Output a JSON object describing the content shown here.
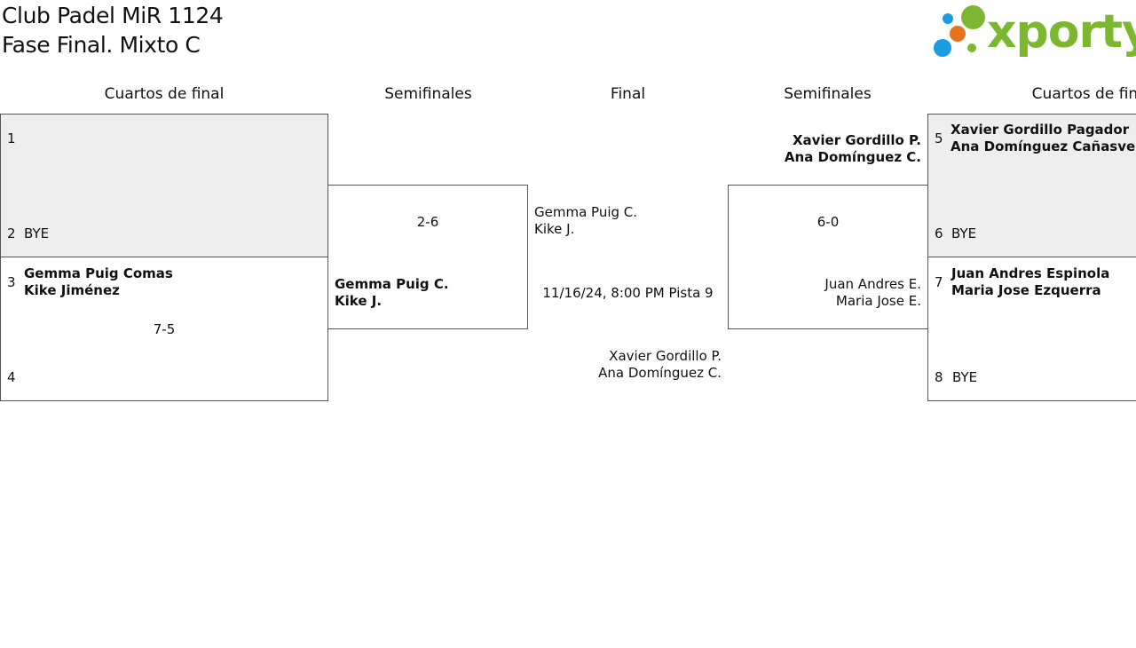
{
  "header": {
    "title_line1": "Club Padel MiR 1124",
    "title_line2": "Fase Final. Mixto C",
    "logo_text": "xporty",
    "logo_colors": {
      "green": "#7cb82f",
      "orange": "#e8731c",
      "blue": "#1a9de0"
    }
  },
  "columns": {
    "qf_left": "Cuartos de final",
    "sf_left": "Semifinales",
    "final": "Final",
    "sf_right": "Semifinales",
    "qf_right": "Cuartos de final"
  },
  "qf_left": {
    "match1": {
      "seed_a": "1",
      "team_a": "",
      "seed_b": "2",
      "team_b": "BYE"
    },
    "match2": {
      "seed_a": "3",
      "team_a_p1": "Gemma Puig Comas",
      "team_a_p2": "Kike Jiménez",
      "score": "7-5",
      "seed_b": "4",
      "team_b": ""
    }
  },
  "sf_left": {
    "score": "2-6",
    "winner_p1": "Gemma Puig C.",
    "winner_p2": "Kike J."
  },
  "final": {
    "team_top_p1": "Gemma Puig C.",
    "team_top_p2": "Kike J.",
    "schedule": "11/16/24, 8:00 PM Pista 9",
    "team_bottom_p1": "Xavier Gordillo P.",
    "team_bottom_p2": "Ana Domínguez C."
  },
  "sf_right": {
    "top_p1": "Xavier Gordillo P.",
    "top_p2": "Ana Domínguez C.",
    "score": "6-0",
    "bottom_p1": "Juan Andres E.",
    "bottom_p2": "Maria Jose E."
  },
  "qf_right": {
    "match1": {
      "seed_a": "5",
      "team_a_p1": "Xavier Gordillo Pagador",
      "team_a_p2": "Ana Domínguez Cañasveras",
      "seed_b": "6",
      "team_b": "BYE"
    },
    "match2": {
      "seed_a": "7",
      "team_a_p1": "Juan Andres Espinola",
      "team_a_p2": "Maria Jose Ezquerra",
      "seed_b": "8",
      "team_b": "BYE"
    }
  }
}
